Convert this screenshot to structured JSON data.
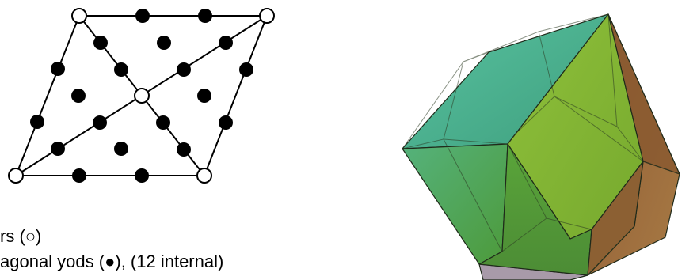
{
  "legend": {
    "line1": "rs (○)",
    "line2": "agonal yods (●), (12 internal)"
  },
  "colors": {
    "stroke": "#000000",
    "vertex_fill": "#ffffff",
    "yod_fill": "#000000",
    "face_teal": "#4fb393",
    "face_green_left": "#5fb045",
    "face_green_front": "#86b637",
    "face_brown": "#93683a",
    "face_purple": "#a89aa9"
  },
  "icons": {
    "vertex_marker": "open-circle",
    "yod_marker": "filled-circle"
  }
}
